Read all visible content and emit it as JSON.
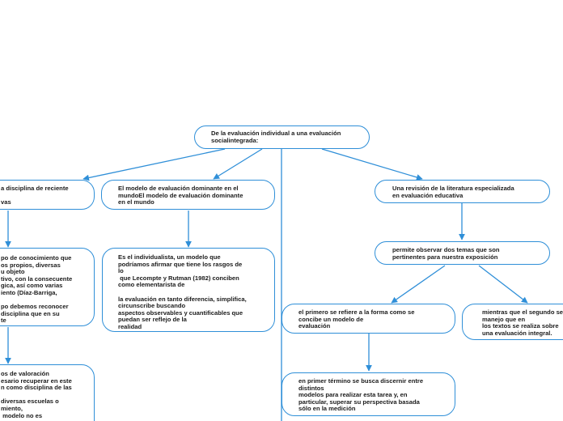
{
  "colors": {
    "line": "#2f8fd8",
    "border": "#2f8fd8",
    "text": "#1b1b1b",
    "background": "#ffffff"
  },
  "nodes": {
    "root": "De la evaluación individual a una evaluación\nsocialintegrada:",
    "left_top": "a disciplina de reciente\n\nvas",
    "mid_top": "El modelo de evaluación dominante en el\nmundoEl modelo de evaluación dominante\nen el mundo",
    "right_top": "Una revisión de la literatura especializada\nen evaluación educativa",
    "left_mid": "po de conocimiento que\nos propios, diversas\nu objeto\ntivo, con la consecuente\ngica, así como varias\niento (Díaz-Barriga,\n\npo debemos reconocer\ndisciplina que en su\nte",
    "mid_mid": "Es el individualista, un modelo que\npodríamos afirmar que tiene los rasgos de\nlo\n que Lecompte y Rutman (1982) conciben\ncomo elementarista de\n\nla evaluación en tanto diferencia, simplifica,\ncircunscribe buscando\naspectos observables y cuantificables que\npuedan ser reflejo de la\nrealidad",
    "right_mid": "permite observar dos temas que son\npertinentes para nuestra exposición",
    "left_bottom": "os de valoración\nesario recuperar en este\nn como disciplina de las\n\ndiversas escuelas o\nmiento,\n modelo no es",
    "branch_first": "el primero se refiere a la forma como se\nconcibe un modelo de\nevaluación",
    "branch_second": "mientras que el segundo se\nmanejo que en\nlos textos se realiza sobre\nuna evaluación integral.",
    "first_detail": "en primer término se busca discernir entre\ndistintos\nmodelos para realizar esta tarea y, en\nparticular, superar su perspectiva basada\nsólo en la medición"
  }
}
